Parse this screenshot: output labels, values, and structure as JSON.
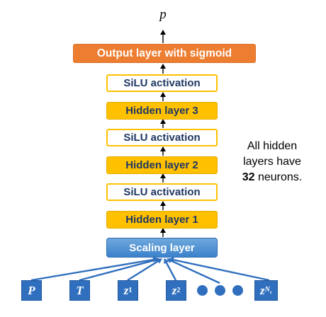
{
  "output_symbol": "p",
  "layers": {
    "output": "Output layer with sigmoid",
    "act3": "SiLU activation",
    "hidden3": "Hidden layer 3",
    "act2": "SiLU activation",
    "hidden2": "Hidden layer 2",
    "act1": "SiLU activation",
    "hidden1": "Hidden layer 1",
    "scaling": "Scaling layer"
  },
  "inputs": {
    "p": "P",
    "t": "T",
    "z1_base": "z",
    "z1_sub": "1",
    "z2_base": "z",
    "z2_sub": "2",
    "zn_base": "z",
    "zn_sub": "N",
    "zn_subsub": "c"
  },
  "note": {
    "line1": "All hidden",
    "line2": "layers have",
    "count": "32",
    "line3_rest": " neurons."
  },
  "colors": {
    "output_fill": "#ED7D31",
    "hidden_fill": "#FFC000",
    "activation_border": "#FFC000",
    "layer_text": "#1F3864",
    "scaling_fill": "#3B82CC",
    "input_fill": "#2F6FBE"
  }
}
